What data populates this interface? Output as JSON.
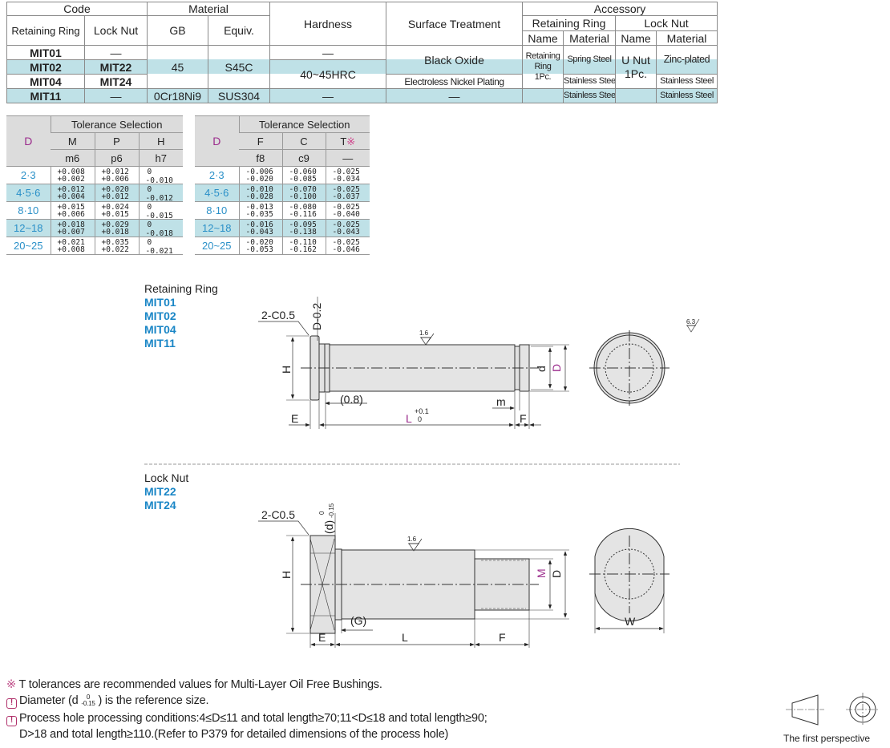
{
  "spec_table": {
    "headers": {
      "code": "Code",
      "material": "Material",
      "hardness": "Hardness",
      "surface": "Surface Treatment",
      "accessory": "Accessory",
      "retaining_ring": "Retaining Ring",
      "lock_nut": "Lock Nut",
      "gb": "GB",
      "equiv": "Equiv.",
      "acc_retaining_ring": "Retaining Ring",
      "acc_lock_nut": "Lock Nut",
      "name": "Name",
      "material_sub": "Material"
    },
    "rows": [
      {
        "rr": "MIT01",
        "ln": "—",
        "hardness": "—"
      },
      {
        "rr": "MIT02",
        "ln": "MIT22"
      },
      {
        "rr": "MIT04",
        "ln": "MIT24"
      },
      {
        "rr": "MIT11",
        "ln": "—",
        "gb": "0Cr18Ni9",
        "equiv": "SUS304",
        "hardness": "—",
        "surface": "—",
        "rr_mat": "Stainless Steel",
        "ln_mat": "Stainless Steel"
      }
    ],
    "gb_45": "45",
    "equiv_s45c": "S45C",
    "hardness_hrc": "40~45HRC",
    "black_oxide": "Black Oxide",
    "electroless": "Electroless Nickel Plating",
    "rr_name_1": "Retaining",
    "rr_name_2": "Ring",
    "rr_name_3": "1Pc.",
    "rr_mat_spring": "Spring Steel",
    "rr_mat_stainless": "Stainless Steel",
    "ln_name_1": "U Nut",
    "ln_name_2": "1Pc.",
    "ln_mat_zinc": "Zinc-plated",
    "ln_mat_stainless": "Stainless Steel"
  },
  "tol_left": {
    "d": "D",
    "title": "Tolerance Selection",
    "cols": [
      "M",
      "P",
      "H"
    ],
    "sub": [
      "m6",
      "p6",
      "h7"
    ],
    "rows": [
      {
        "d": "2·3",
        "v": [
          [
            "+0.008",
            "+0.002"
          ],
          [
            "+0.012",
            "+0.006"
          ],
          [
            "0",
            "-0.010"
          ]
        ]
      },
      {
        "d": "4·5·6",
        "v": [
          [
            "+0.012",
            "+0.004"
          ],
          [
            "+0.020",
            "+0.012"
          ],
          [
            "0",
            "-0.012"
          ]
        ]
      },
      {
        "d": "8·10",
        "v": [
          [
            "+0.015",
            "+0.006"
          ],
          [
            "+0.024",
            "+0.015"
          ],
          [
            "0",
            "-0.015"
          ]
        ]
      },
      {
        "d": "12~18",
        "v": [
          [
            "+0.018",
            "+0.007"
          ],
          [
            "+0.029",
            "+0.018"
          ],
          [
            "0",
            "-0.018"
          ]
        ]
      },
      {
        "d": "20~25",
        "v": [
          [
            "+0.021",
            "+0.008"
          ],
          [
            "+0.035",
            "+0.022"
          ],
          [
            "0",
            "-0.021"
          ]
        ]
      }
    ]
  },
  "tol_right": {
    "d": "D",
    "title": "Tolerance Selection",
    "cols": [
      "F",
      "C",
      "T"
    ],
    "t_mark": "※",
    "sub": [
      "f8",
      "c9",
      "—"
    ],
    "rows": [
      {
        "d": "2·3",
        "v": [
          [
            "-0.006",
            "-0.020"
          ],
          [
            "-0.060",
            "-0.085"
          ],
          [
            "-0.025",
            "-0.034"
          ]
        ]
      },
      {
        "d": "4·5·6",
        "v": [
          [
            "-0.010",
            "-0.028"
          ],
          [
            "-0.070",
            "-0.100"
          ],
          [
            "-0.025",
            "-0.037"
          ]
        ]
      },
      {
        "d": "8·10",
        "v": [
          [
            "-0.013",
            "-0.035"
          ],
          [
            "-0.080",
            "-0.116"
          ],
          [
            "-0.025",
            "-0.040"
          ]
        ]
      },
      {
        "d": "12~18",
        "v": [
          [
            "-0.016",
            "-0.043"
          ],
          [
            "-0.095",
            "-0.138"
          ],
          [
            "-0.025",
            "-0.043"
          ]
        ]
      },
      {
        "d": "20~25",
        "v": [
          [
            "-0.020",
            "-0.053"
          ],
          [
            "-0.110",
            "-0.162"
          ],
          [
            "-0.025",
            "-0.046"
          ]
        ]
      }
    ]
  },
  "drawing1": {
    "title": "Retaining Ring",
    "codes": [
      "MIT01",
      "MIT02",
      "MIT04",
      "MIT11"
    ],
    "labels": {
      "chamfer": "2-C0.5",
      "d02": "D-0.2",
      "h": "H",
      "gap": "(0.8)",
      "e": "E",
      "l": "L",
      "l_tol_up": "+0.1",
      "l_tol_low": "0",
      "m": "m",
      "f": "F",
      "d_small": "d",
      "d_big": "D",
      "rough1": "1.6",
      "rough2": "6.3"
    }
  },
  "drawing2": {
    "title": "Lock Nut",
    "codes": [
      "MIT22",
      "MIT24"
    ],
    "labels": {
      "chamfer": "2-C0.5",
      "d_ref": "(d)",
      "d_tol_up": "0",
      "d_tol_low": "-0.15",
      "h": "H",
      "rough": "1.6",
      "m": "M",
      "d_big": "D",
      "g": "(G)",
      "e": "E",
      "l": "L",
      "f": "F",
      "w": "W"
    }
  },
  "notes": {
    "mark": "※",
    "n1": "T tolerances are recommended values for Multi-Layer Oil Free Bushings.",
    "n2_a": "Diameter (d ",
    "n2_up": "0",
    "n2_low": "-0.15",
    "n2_b": ") is the reference size.",
    "n3": "Process hole processing conditions:4≤D≤11 and total length≥70;11<D≤18 and total length≥90;",
    "n4": "D>18 and total length≥110.(Refer to P379 for detailed dimensions of the process hole)",
    "warn_icon": "!"
  },
  "perspective": {
    "label": "The first perspective"
  },
  "colors": {
    "code_blue": "#1a86c6",
    "magenta": "#9b2c8c",
    "band": "#bfe1e7"
  }
}
